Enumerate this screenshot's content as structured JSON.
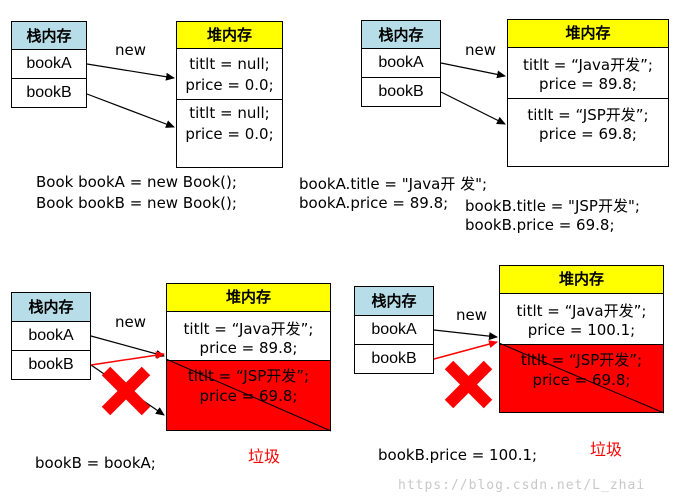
{
  "colors": {
    "stack_header": "#b7dde8",
    "heap_header": "#ffff00",
    "garbage_fill": "#ff0000",
    "pointer_new": "#000000",
    "pointer_reassigned": "#ff0000",
    "cross": "#ff0000",
    "garbage_text": "#ff0000",
    "watermark": "#c8c8c8"
  },
  "stack_title": "栈内存",
  "heap_title": "堆内存",
  "new_label": "new",
  "garbage_label": "垃圾",
  "stack_vars": [
    "bookA",
    "bookB"
  ],
  "panel1": {
    "heap_objects": [
      {
        "title_line": "titlt = null;",
        "price_line": "price = 0.0;"
      },
      {
        "title_line": "titlt = null;",
        "price_line": "price = 0.0;"
      }
    ],
    "code": [
      "Book bookA = new Book();",
      "Book bookB = new Book();"
    ]
  },
  "panel2": {
    "heap_objects": [
      {
        "title_line": "titlt = “Java开发”;",
        "price_line": "price = 89.8;"
      },
      {
        "title_line": "titlt = “JSP开发”;",
        "price_line": "price = 69.8;"
      }
    ],
    "code_a": [
      "bookA.title = \"Java开 发\";",
      "bookA.price = 89.8;"
    ],
    "code_b": [
      "bookB.title = \"JSP开发\";",
      "bookB.price = 69.8;"
    ]
  },
  "panel3": {
    "heap_objects": [
      {
        "title_line": "titlt = “Java开发”;",
        "price_line": "price = 89.8;"
      },
      {
        "title_line": "titlt = “JSP开发”;",
        "price_line": "price = 69.8;"
      }
    ],
    "code": "bookB = bookA;"
  },
  "panel4": {
    "heap_objects": [
      {
        "title_line": "titlt = “Java开发”;",
        "price_line": "price = 100.1;"
      },
      {
        "title_line": "titlt = “JSP开发”;",
        "price_line": "price = 69.8;"
      }
    ],
    "code": "bookB.price = 100.1;"
  },
  "watermark": "https://blog.csdn.net/L_zhai"
}
